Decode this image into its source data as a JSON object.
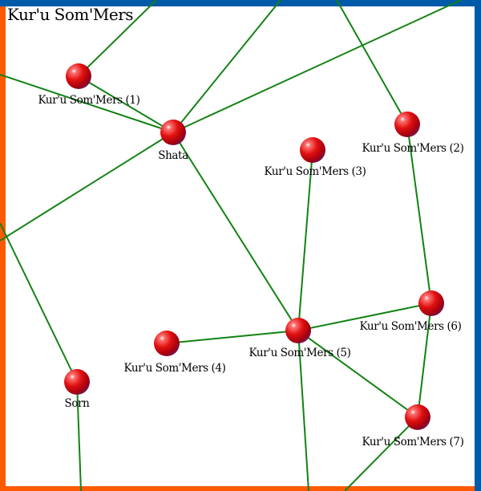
{
  "title": "Kur'u Som'Mers",
  "colors": {
    "edge": "#138213",
    "frame_blue": "#005aaa",
    "frame_orange": "#ff5a00",
    "node": "#e01010"
  },
  "systems": [
    {
      "id": "k1",
      "label": "Kur'u Som'Mers (1)"
    },
    {
      "id": "shata",
      "label": "Shata"
    },
    {
      "id": "k2",
      "label": "Kur'u Som'Mers (2)"
    },
    {
      "id": "k3",
      "label": "Kur'u Som'Mers (3)"
    },
    {
      "id": "k6",
      "label": "Kur'u Som'Mers (6)"
    },
    {
      "id": "k5",
      "label": "Kur'u Som'Mers (5)"
    },
    {
      "id": "k4",
      "label": "Kur'u Som'Mers (4)"
    },
    {
      "id": "sorn",
      "label": "Sorn"
    },
    {
      "id": "k7",
      "label": "Kur'u Som'Mers (7)"
    }
  ],
  "routes": [
    [
      "k1",
      "shata"
    ],
    [
      "shata",
      "k5"
    ],
    [
      "k3",
      "k5"
    ],
    [
      "k2",
      "k6"
    ],
    [
      "k4",
      "k5"
    ],
    [
      "k5",
      "k6"
    ],
    [
      "k5",
      "k7"
    ],
    [
      "k6",
      "k7"
    ]
  ]
}
